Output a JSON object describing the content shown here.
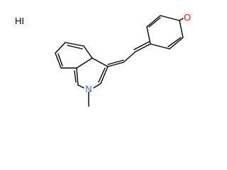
{
  "molecule": {
    "salt_label": "HI",
    "atoms": {
      "oxygen": "O",
      "nitrogen": "N"
    }
  },
  "colors": {
    "bond": "#000000",
    "oxygen": "#ff0d0d",
    "nitrogen": "#3050f8",
    "salt": "#000000",
    "background": "#ffffff"
  }
}
